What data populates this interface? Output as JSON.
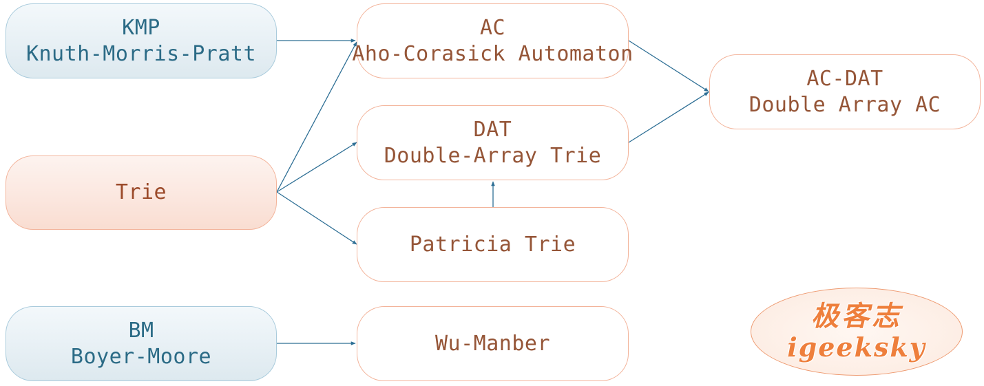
{
  "colors": {
    "blue_text": "#2b6b86",
    "blue_border": "#a9cbdc",
    "orange_border": "#f3b49b",
    "brown_text": "#955537",
    "edge": "#2e6f95",
    "stamp_text": "#ee7f3c"
  },
  "nodes": {
    "kmp": {
      "line1": "KMP",
      "line2": "Knuth-Morris-Pratt"
    },
    "trie": {
      "line1": "Trie"
    },
    "bm": {
      "line1": "BM",
      "line2": "Boyer-Moore"
    },
    "ac": {
      "line1": "AC",
      "line2": "Aho-Corasick Automaton"
    },
    "dat": {
      "line1": "DAT",
      "line2": "Double-Array Trie"
    },
    "patricia": {
      "line1": "Patricia Trie"
    },
    "wu": {
      "line1": "Wu-Manber"
    },
    "acdat": {
      "line1": "AC-DAT",
      "line2": "Double Array AC"
    }
  },
  "edges": [
    {
      "from": "kmp",
      "to": "ac"
    },
    {
      "from": "trie",
      "to": "ac"
    },
    {
      "from": "trie",
      "to": "dat"
    },
    {
      "from": "trie",
      "to": "patricia"
    },
    {
      "from": "patricia",
      "to": "dat"
    },
    {
      "from": "ac",
      "to": "acdat"
    },
    {
      "from": "dat",
      "to": "acdat"
    },
    {
      "from": "bm",
      "to": "wu"
    }
  ],
  "watermark": {
    "cn": "极客志",
    "en": "igeeksky"
  }
}
